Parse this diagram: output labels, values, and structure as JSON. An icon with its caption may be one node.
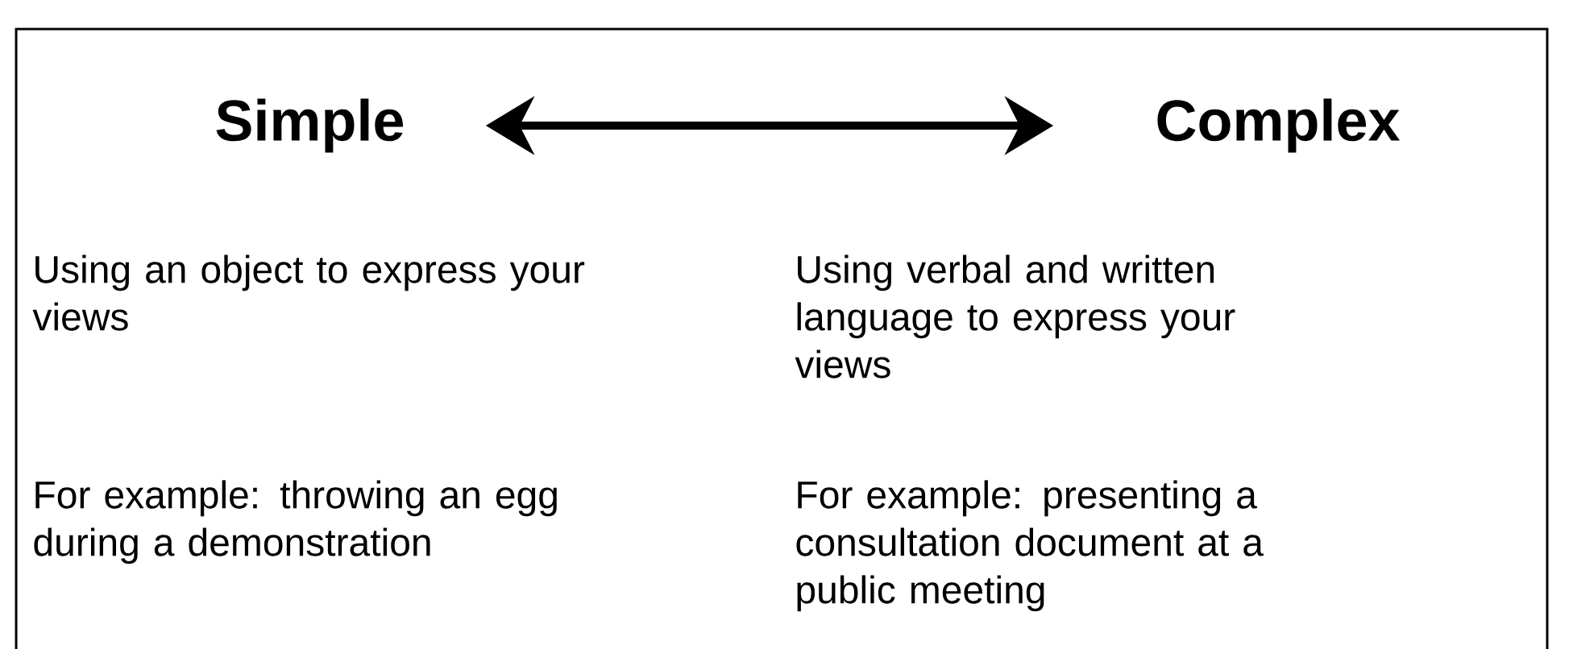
{
  "diagram": {
    "nodes": [
      {
        "text": [
          "Simple"
        ]
      },
      {
        "text": [
          "Complex"
        ]
      }
    ],
    "edges": [
      {
        "from": 0,
        "to": 1,
        "arrow": "both"
      }
    ],
    "labels": [
      "Using an object to express your views",
      "Using verbal and written language to express your views",
      "For example: throwing an egg during a demonstration",
      "For example: presenting a consultation document at a public meeting"
    ]
  }
}
